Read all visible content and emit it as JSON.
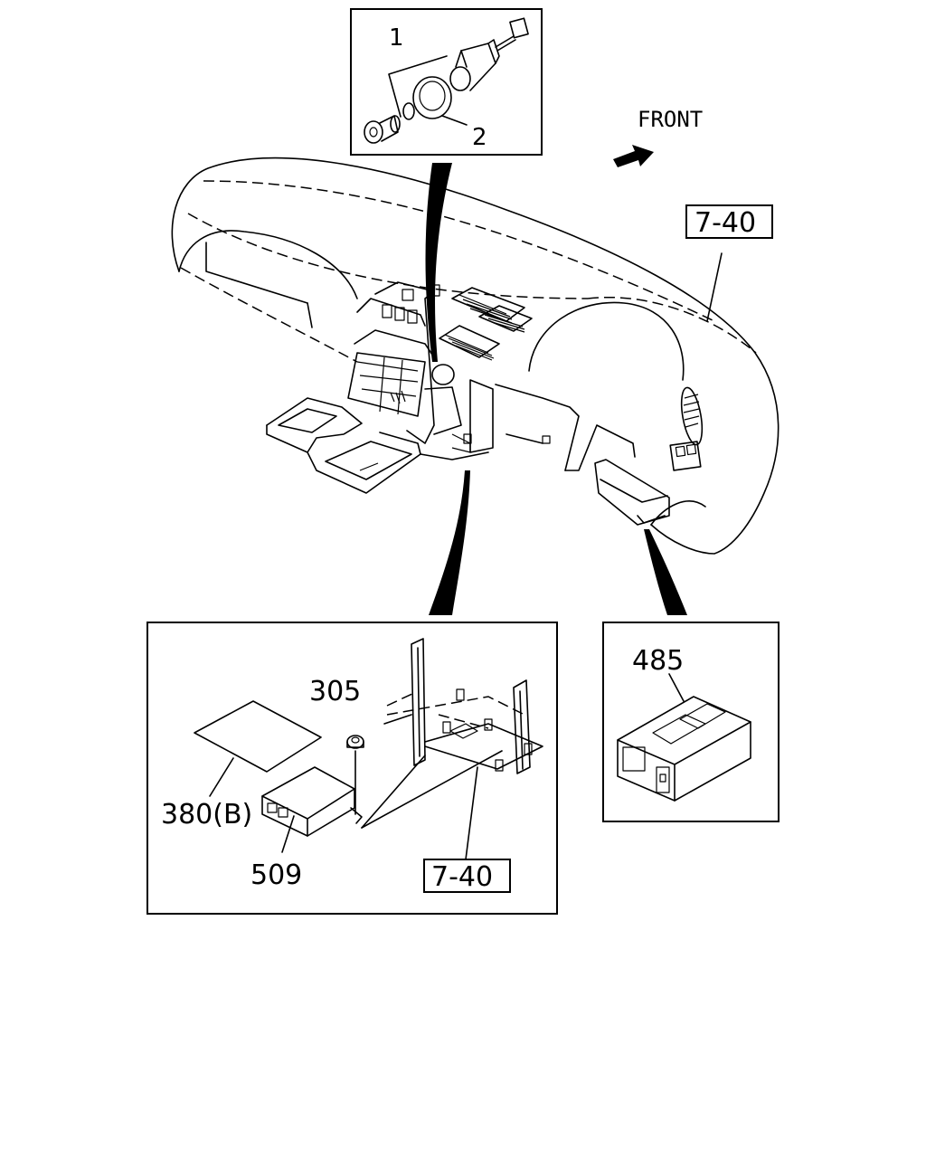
{
  "labels": {
    "part_1": "1",
    "part_2": "2",
    "front": "FRONT",
    "ref_top": "7-40",
    "ref_detail": "7-40",
    "part_305": "305",
    "part_380b": "380(B)",
    "part_509": "509",
    "part_485": "485"
  }
}
